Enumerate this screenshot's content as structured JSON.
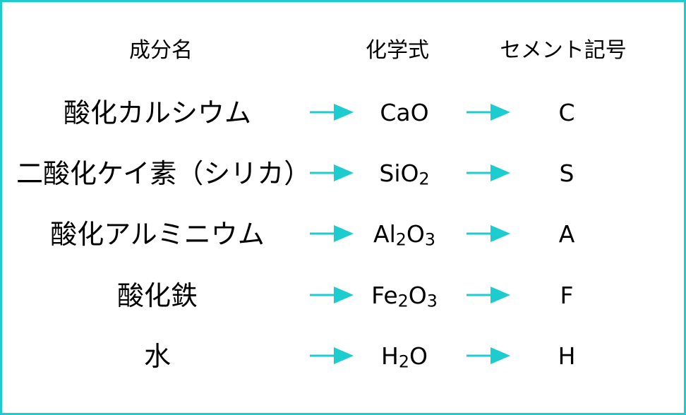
{
  "header": {
    "name": "成分名",
    "formula": "化学式",
    "symbol": "セメント記号"
  },
  "rows": [
    {
      "name": "酸化カルシウム",
      "formula": [
        "CaO"
      ],
      "symbol": "C"
    },
    {
      "name": "二酸化ケイ素（シリカ）",
      "formula": [
        "SiO",
        "2"
      ],
      "symbol": "S"
    },
    {
      "name": "酸化アルミニウム",
      "formula": [
        "Al",
        "2",
        "O",
        "3"
      ],
      "symbol": "A"
    },
    {
      "name": "酸化鉄",
      "formula": [
        "Fe",
        "2",
        "O",
        "3"
      ],
      "symbol": "F"
    },
    {
      "name": "水",
      "formula": [
        "H",
        "2",
        "O"
      ],
      "symbol": "H"
    }
  ],
  "colors": {
    "border": "#1ccccf",
    "arrow": "#1ccccf"
  },
  "icons": {
    "arrow": "right-arrow-icon"
  }
}
